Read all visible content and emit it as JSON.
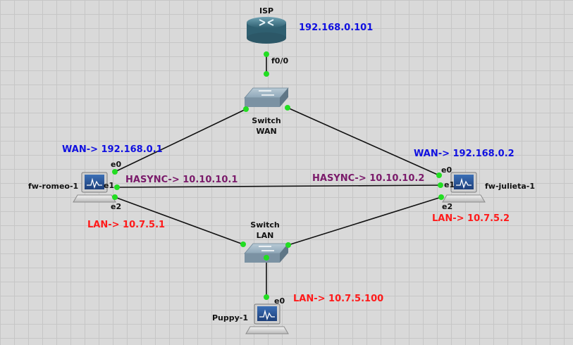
{
  "colors": {
    "wan": "#1010e0",
    "lan": "#ff1a1a",
    "hasync": "#7a1a6a",
    "link": "#111111",
    "port_dot": "#22dd22"
  },
  "nodes": {
    "isp": {
      "name": "ISP",
      "icon": "router-icon"
    },
    "switch_wan": {
      "name_line1": "Switch",
      "name_line2": "WAN",
      "icon": "switch-icon"
    },
    "switch_lan": {
      "name_line1": "Switch",
      "name_line2": "LAN",
      "icon": "switch-icon"
    },
    "fw_romeo": {
      "name": "fw-romeo-1",
      "icon": "computer-icon"
    },
    "fw_julieta": {
      "name": "fw-julieta-1",
      "icon": "computer-icon"
    },
    "puppy": {
      "name": "Puppy-1",
      "icon": "computer-icon"
    }
  },
  "ports": {
    "isp_f0": "f0/0",
    "romeo_e0": "e0",
    "romeo_e1": "e1",
    "romeo_e2": "e2",
    "julieta_e0": "e0",
    "julieta_e1": "e1",
    "julieta_e2": "e2",
    "puppy_e0": "e0"
  },
  "annotations": {
    "isp_ip": "192.168.0.101",
    "romeo_wan": "WAN-> 192.168.0.1",
    "julieta_wan": "WAN-> 192.168.0.2",
    "romeo_hasync": "HASYNC-> 10.10.10.1",
    "julieta_hasync": "HASYNC-> 10.10.10.2",
    "romeo_lan": "LAN-> 10.7.5.1",
    "julieta_lan": "LAN-> 10.7.5.2",
    "puppy_lan": "LAN-> 10.7.5.100"
  }
}
